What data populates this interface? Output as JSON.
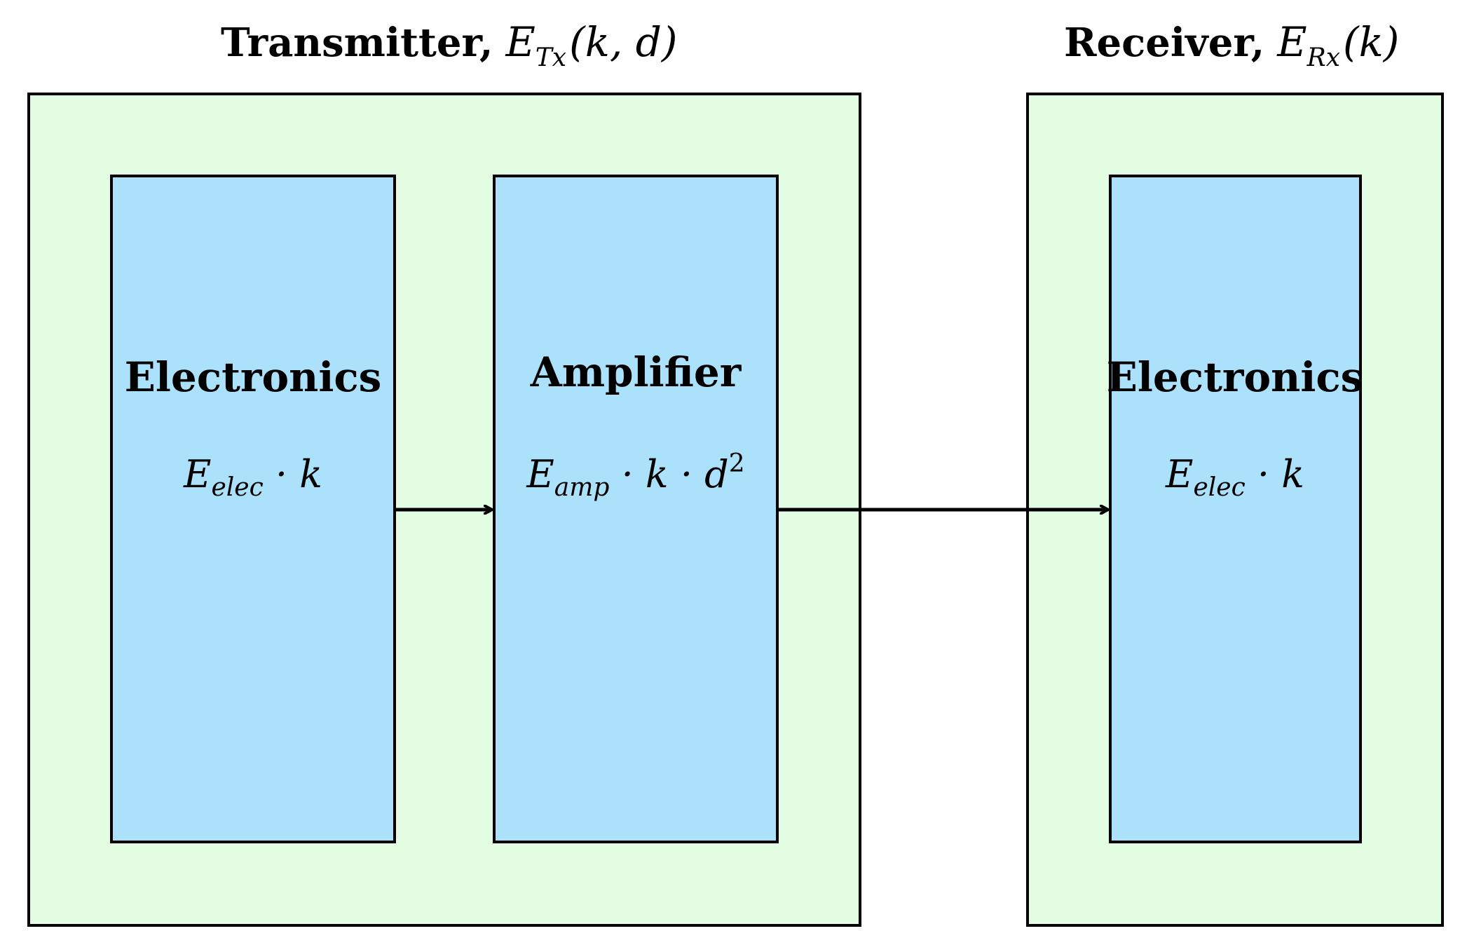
{
  "transmitter": {
    "title_text": "Transmitter,",
    "title_symbol": "E",
    "title_subscript": "Tx",
    "title_args": "(k, d)",
    "fill": "#e3fde3",
    "blocks": [
      {
        "label": "Electronics",
        "formula_E": "E",
        "formula_sub": "elec",
        "formula_rest": " · k"
      },
      {
        "label": "Amplifier",
        "formula_E": "E",
        "formula_sub": "amp",
        "formula_rest": " · k · d",
        "formula_sup": "2"
      }
    ]
  },
  "receiver": {
    "title_text": "Receiver,",
    "title_symbol": "E",
    "title_subscript": "Rx",
    "title_args": "(k)",
    "fill": "#e3fde3",
    "blocks": [
      {
        "label": "Electronics",
        "formula_E": "E",
        "formula_sub": "elec",
        "formula_rest": " · k"
      }
    ]
  },
  "colors": {
    "block_fill": "#abe1fa",
    "stroke": "#000000"
  }
}
